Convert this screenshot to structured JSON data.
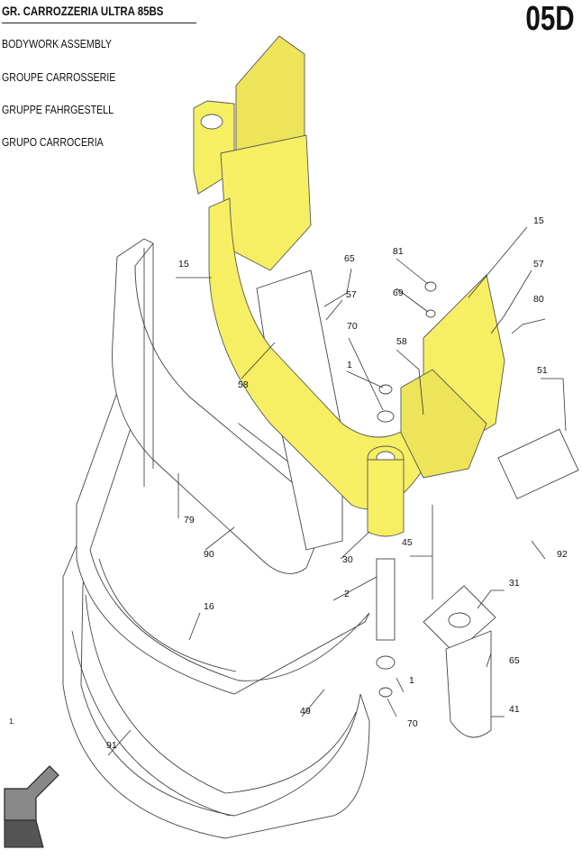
{
  "header": {
    "title": "GR. CARROZZERIA ULTRA 85BS",
    "page_code": "05D",
    "translations": [
      "BODYWORK ASSEMBLY",
      "GROUPE CARROSSERIE",
      "GRUPPE FAHRGESTELL",
      "GRUPO CARROCERIA"
    ]
  },
  "footnote": "1.",
  "highlight_color": "#f6ef63",
  "callouts": [
    "15",
    "15",
    "57",
    "57",
    "65",
    "65",
    "81",
    "69",
    "80",
    "70",
    "70",
    "58",
    "58",
    "1",
    "1",
    "51",
    "79",
    "90",
    "30",
    "45",
    "31",
    "2",
    "16",
    "92",
    "49",
    "91",
    "41"
  ]
}
